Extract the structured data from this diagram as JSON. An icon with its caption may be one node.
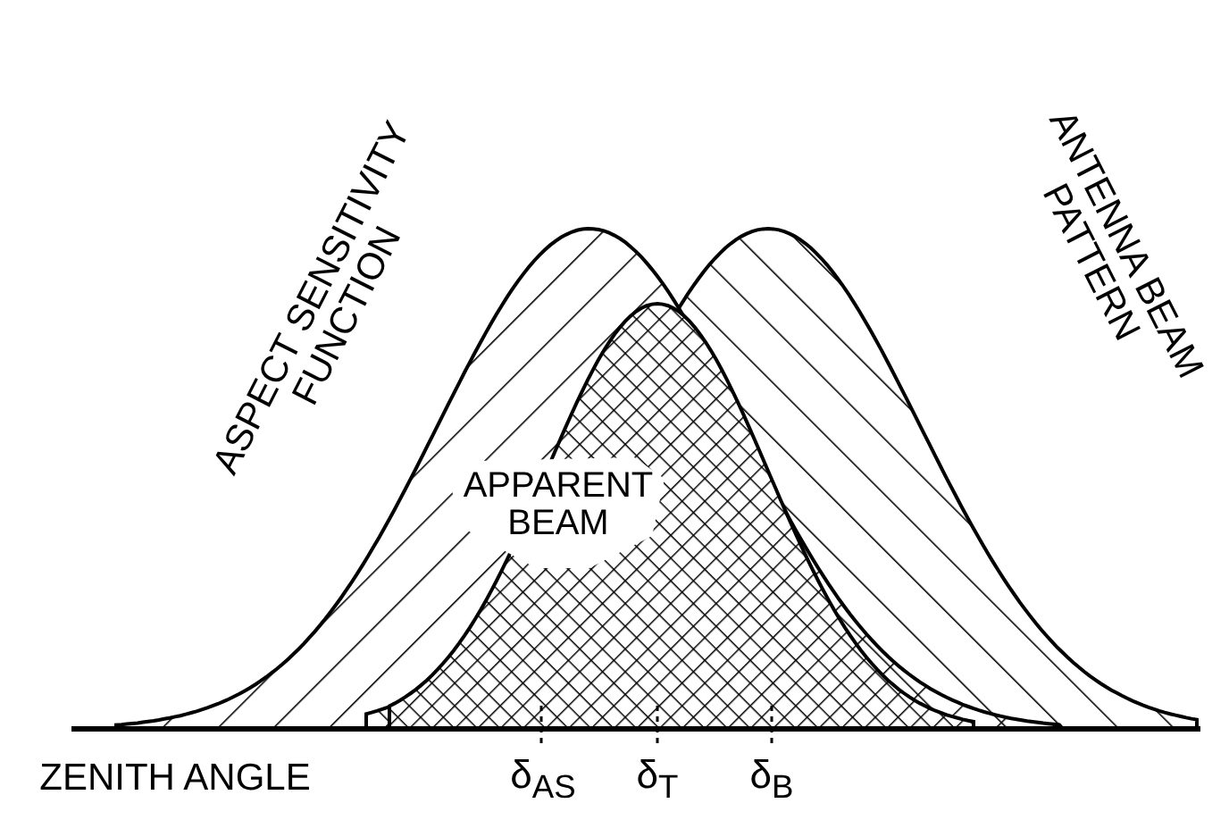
{
  "diagram": {
    "labels": [
      "ASPECT SENSITIVITY FUNCTION",
      "ANTENNA BEAM PATTERN",
      "APPARENT BEAM",
      "ZENITH ANGLE",
      "δ$_{AS}$",
      "δ$_{T}$",
      "δ$_{B}$"
    ]
  }
}
